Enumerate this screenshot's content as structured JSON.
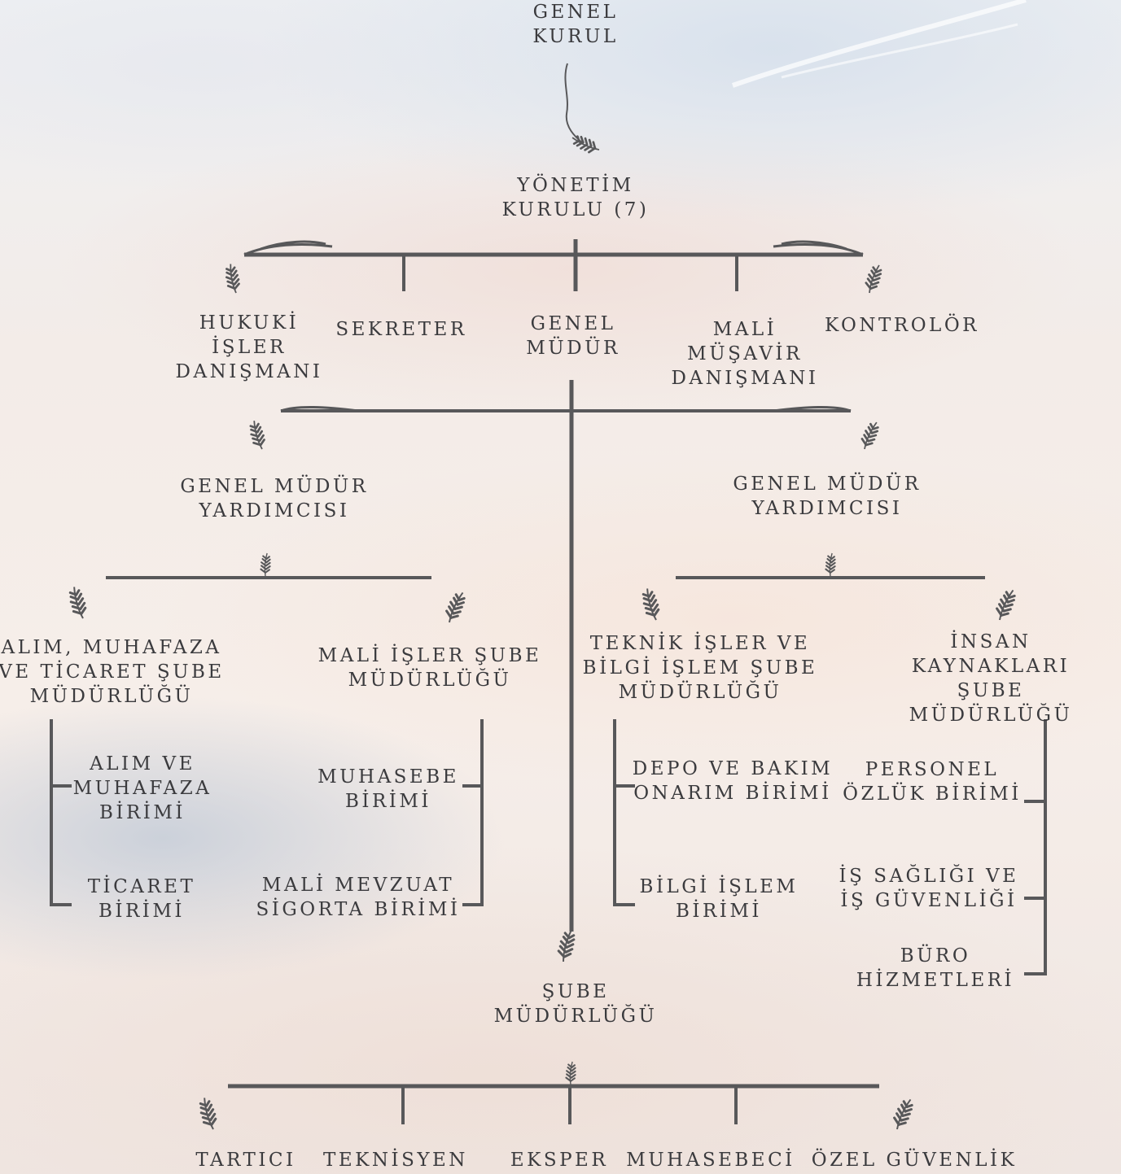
{
  "accent_color": "#58585a",
  "ornament_icon": "wheat-ornament-icon",
  "nodes": {
    "genel_kurul": "GENEL\nKURUL",
    "yonetim_kurulu": "YÖNETİM\nKURULU (7)",
    "hukuki": "HUKUKİ\nİŞLER\nDANIŞMANI",
    "sekreter": "SEKRETER",
    "genel_mudur": "GENEL\nMÜDÜR",
    "mali_musavir": "MALİ\nMÜŞAVİR\nDANIŞMANI",
    "kontrolor": "KONTROLÖR",
    "gmy_left": "GENEL MÜDÜR\nYARDIMCISI",
    "gmy_right": "GENEL MÜDÜR\nYARDIMCISI",
    "alim_muhafaza_sube": "ALIM, MUHAFAZA\nVE TİCARET ŞUBE\nMÜDÜRLÜĞÜ",
    "mali_isler_sube": "MALİ İŞLER ŞUBE\nMÜDÜRLÜĞÜ",
    "teknik_isler_sube": "TEKNİK İŞLER VE\nBİLGİ İŞLEM ŞUBE\nMÜDÜRLÜĞÜ",
    "insan_kaynaklari_sube": "İNSAN\nKAYNAKLARI ŞUBE\nMÜDÜRLÜĞÜ",
    "alim_muhafaza_birimi": "ALIM VE\nMUHAFAZA\nBİRİMİ",
    "ticaret_birimi": "TİCARET\nBİRİMİ",
    "muhasebe_birimi": "MUHASEBE\nBİRİMİ",
    "mali_mevzuat": "MALİ MEVZUAT\nSİGORTA BİRİMİ",
    "depo_bakim": "DEPO VE BAKIM\nONARIM BİRİMİ",
    "bilgi_islem_birimi": "BİLGİ İŞLEM\nBİRİMİ",
    "personel_ozluk": "PERSONEL\nÖZLÜK BİRİMİ",
    "is_sagligi": "İŞ SAĞLIĞI VE\nİŞ GÜVENLİĞİ",
    "buro_hizmetleri": "BÜRO\nHİZMETLERİ",
    "sube_mudurlugu": "ŞUBE\nMÜDÜRLÜĞÜ",
    "tartici": "TARTICI",
    "teknisyen": "TEKNİSYEN",
    "eksper": "EKSPER",
    "muhasebeci": "MUHASEBECİ",
    "ozel_guvenlik": "ÖZEL GÜVENLİK"
  }
}
